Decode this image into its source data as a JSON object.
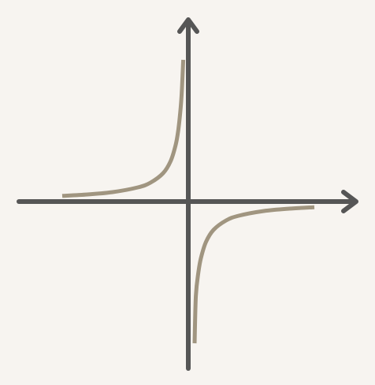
{
  "chart_data": {
    "type": "line",
    "title": "",
    "xlabel": "",
    "ylabel": "",
    "grid": false,
    "legend": "none",
    "xlim": [
      -6,
      6
    ],
    "ylim": [
      -6,
      6
    ],
    "function": "y = -1/x",
    "series": [
      {
        "x": [
          -5.0,
          -4.0,
          -3.0,
          -2.0,
          -1.5,
          -1.0,
          -0.7,
          -0.5,
          -0.4,
          -0.3,
          -0.25,
          -0.2
        ],
        "y": [
          0.2,
          0.25,
          0.333,
          0.5,
          0.667,
          1.0,
          1.429,
          2.0,
          2.5,
          3.333,
          4.0,
          5.0
        ]
      },
      {
        "x": [
          0.25,
          0.3,
          0.4,
          0.5,
          0.7,
          1.0,
          1.5,
          2.0,
          3.0,
          4.0,
          5.0
        ],
        "y": [
          -5.0,
          -3.333,
          -2.5,
          -2.0,
          -1.429,
          -1.0,
          -0.667,
          -0.5,
          -0.333,
          -0.25,
          -0.2
        ]
      }
    ],
    "colors": {
      "axis": "#565656",
      "curve": "#a09580",
      "background": "#f7f4f0"
    }
  }
}
